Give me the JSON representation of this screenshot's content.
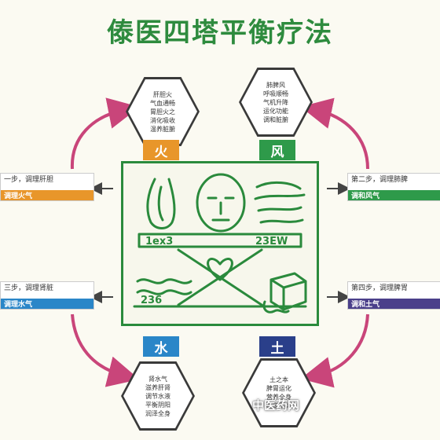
{
  "title": "傣医四塔平衡疗法",
  "elements": {
    "fire": {
      "label": "火",
      "color": "#e8962a"
    },
    "wind": {
      "label": "风",
      "color": "#2e9a4a"
    },
    "water": {
      "label": "水",
      "color": "#2a86c8"
    },
    "earth": {
      "label": "土",
      "color": "#2a3f8a"
    }
  },
  "hexagons": {
    "top_left": "肝胆火\n气血通畅\n胃胆火之\n消化吸收\n温养脏腑",
    "top_right": "肺脾风\n呼吸顺畅\n气机升降\n运化功能\n调和脏腑",
    "bottom_left": "肾水气\n滋养肝肾\n调节水液\n平衡阴阳\n润泽全身",
    "bottom_right": "土之本\n脾胃运化\n营养全身\n稳定形体"
  },
  "side_boxes": {
    "left_top": {
      "line1": "一步，调理肝胆",
      "line2": "调理火气"
    },
    "right_top": {
      "line1": "第二步，调理肺脾",
      "line2": "调和风气"
    },
    "left_bottom": {
      "line1": "三步，调理肾脏",
      "line2": "调理水气"
    },
    "right_bottom": {
      "line1": "第四步，调理脾胃",
      "line2": "调和土气"
    }
  },
  "center": {
    "label_left": "1ex3",
    "label_right": "23EW",
    "label_bottom": "236"
  },
  "watermark": "中医药网"
}
